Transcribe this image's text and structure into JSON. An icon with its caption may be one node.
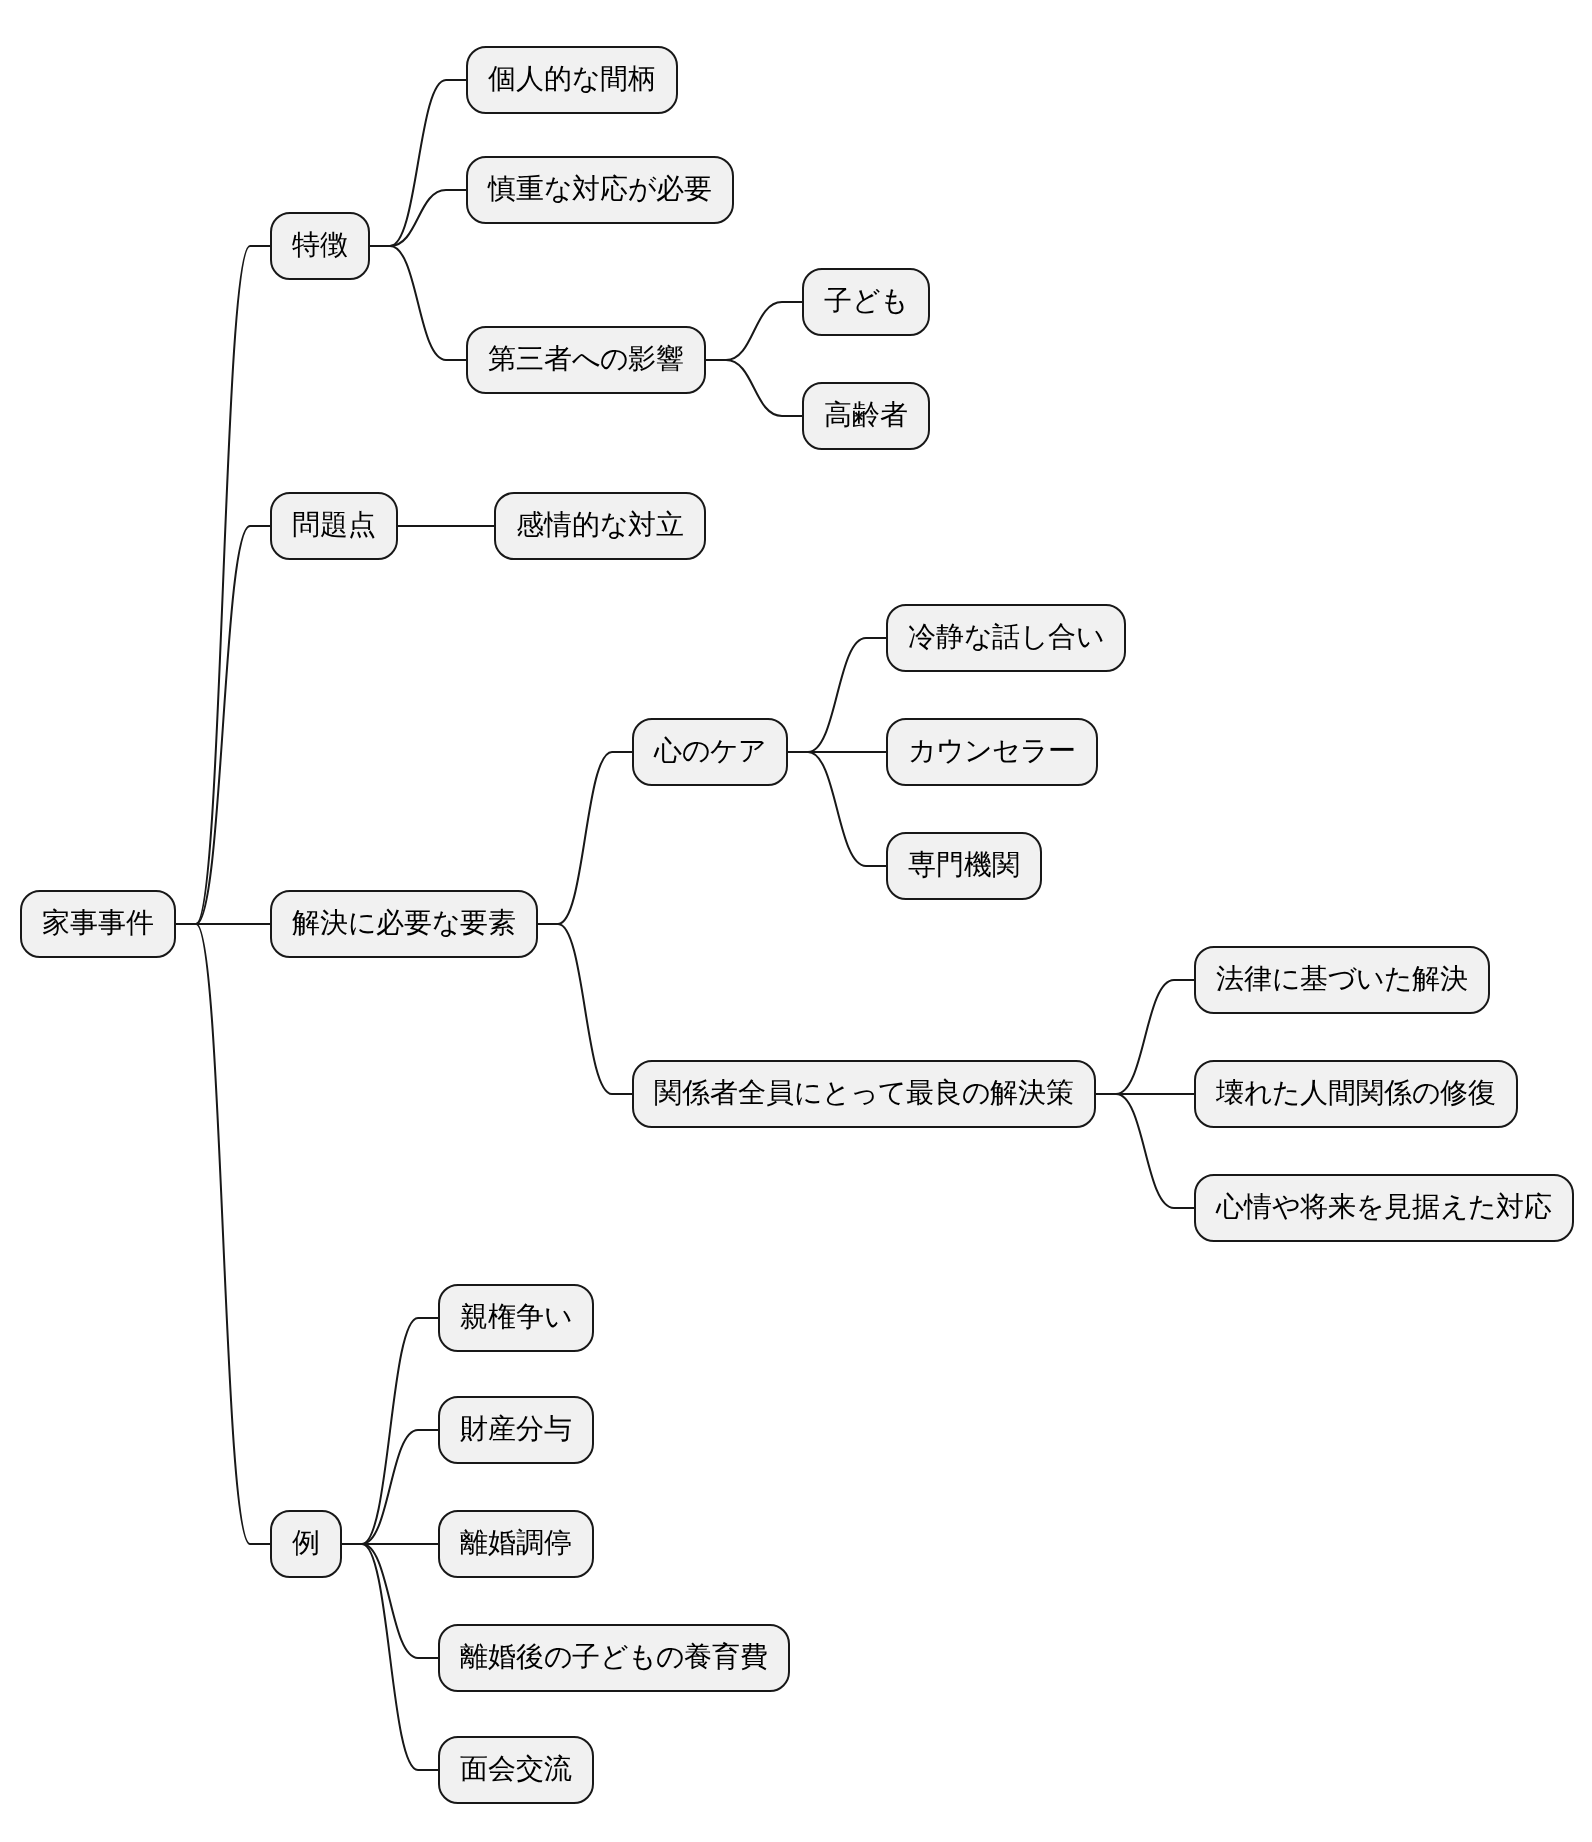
{
  "diagram": {
    "nodes": [
      {
        "text": [
          "家事事件"
        ]
      },
      {
        "text": [
          "特徴"
        ]
      },
      {
        "text": [
          "個人的な間柄"
        ]
      },
      {
        "text": [
          "慎重な対応が必要"
        ]
      },
      {
        "text": [
          "第三者への影響"
        ]
      },
      {
        "text": [
          "子ども"
        ]
      },
      {
        "text": [
          "高齢者"
        ]
      },
      {
        "text": [
          "問題点"
        ]
      },
      {
        "text": [
          "感情的な対立"
        ]
      },
      {
        "text": [
          "解決に必要な要素"
        ]
      },
      {
        "text": [
          "心のケア"
        ]
      },
      {
        "text": [
          "冷静な話し合い"
        ]
      },
      {
        "text": [
          "カウンセラー"
        ]
      },
      {
        "text": [
          "専門機関"
        ]
      },
      {
        "text": [
          "関係者全員にとって最良の解決策"
        ]
      },
      {
        "text": [
          "法律に基づいた解決"
        ]
      },
      {
        "text": [
          "壊れた人間関係の修復"
        ]
      },
      {
        "text": [
          "心情や将来を見据えた対応"
        ]
      },
      {
        "text": [
          "例"
        ]
      },
      {
        "text": [
          "親権争い"
        ]
      },
      {
        "text": [
          "財産分与"
        ]
      },
      {
        "text": [
          "離婚調停"
        ]
      },
      {
        "text": [
          "離婚後の子どもの養育費"
        ]
      },
      {
        "text": [
          "面会交流"
        ]
      }
    ],
    "edges": [
      {
        "from": 0,
        "to": 1,
        "arrow": "none"
      },
      {
        "from": 1,
        "to": 2,
        "arrow": "none"
      },
      {
        "from": 1,
        "to": 3,
        "arrow": "none"
      },
      {
        "from": 1,
        "to": 4,
        "arrow": "none"
      },
      {
        "from": 4,
        "to": 5,
        "arrow": "none"
      },
      {
        "from": 4,
        "to": 6,
        "arrow": "none"
      },
      {
        "from": 0,
        "to": 7,
        "arrow": "none"
      },
      {
        "from": 7,
        "to": 8,
        "arrow": "none"
      },
      {
        "from": 0,
        "to": 9,
        "arrow": "none"
      },
      {
        "from": 9,
        "to": 10,
        "arrow": "none"
      },
      {
        "from": 10,
        "to": 11,
        "arrow": "none"
      },
      {
        "from": 10,
        "to": 12,
        "arrow": "none"
      },
      {
        "from": 10,
        "to": 13,
        "arrow": "none"
      },
      {
        "from": 9,
        "to": 14,
        "arrow": "none"
      },
      {
        "from": 14,
        "to": 15,
        "arrow": "none"
      },
      {
        "from": 14,
        "to": 16,
        "arrow": "none"
      },
      {
        "from": 14,
        "to": 17,
        "arrow": "none"
      },
      {
        "from": 0,
        "to": 18,
        "arrow": "none"
      },
      {
        "from": 18,
        "to": 19,
        "arrow": "none"
      },
      {
        "from": 18,
        "to": 20,
        "arrow": "none"
      },
      {
        "from": 18,
        "to": 21,
        "arrow": "none"
      },
      {
        "from": 18,
        "to": 22,
        "arrow": "none"
      },
      {
        "from": 18,
        "to": 23,
        "arrow": "none"
      }
    ]
  }
}
